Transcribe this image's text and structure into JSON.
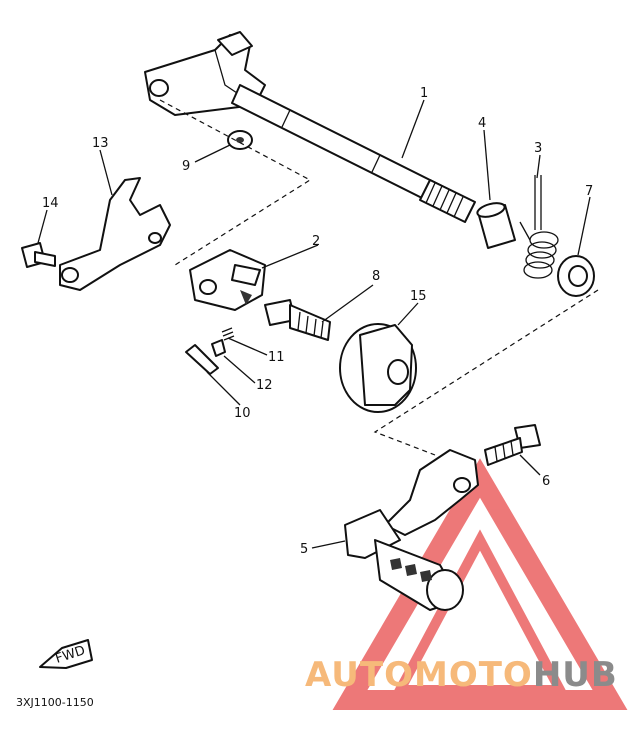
{
  "diagram": {
    "drawing_code": "3XJ1100-1150",
    "fwd_label": "FWD",
    "callouts": [
      "1",
      "2",
      "3",
      "4",
      "5",
      "6",
      "7",
      "8",
      "9",
      "10",
      "11",
      "12",
      "13",
      "14",
      "15"
    ]
  },
  "watermark": {
    "part1": "AUTO",
    "part2": "MOTO",
    "part3": "HUB",
    "color_red": "#e84b4b",
    "color_orange": "#f6b97a",
    "color_gray": "#8b8b8b"
  }
}
